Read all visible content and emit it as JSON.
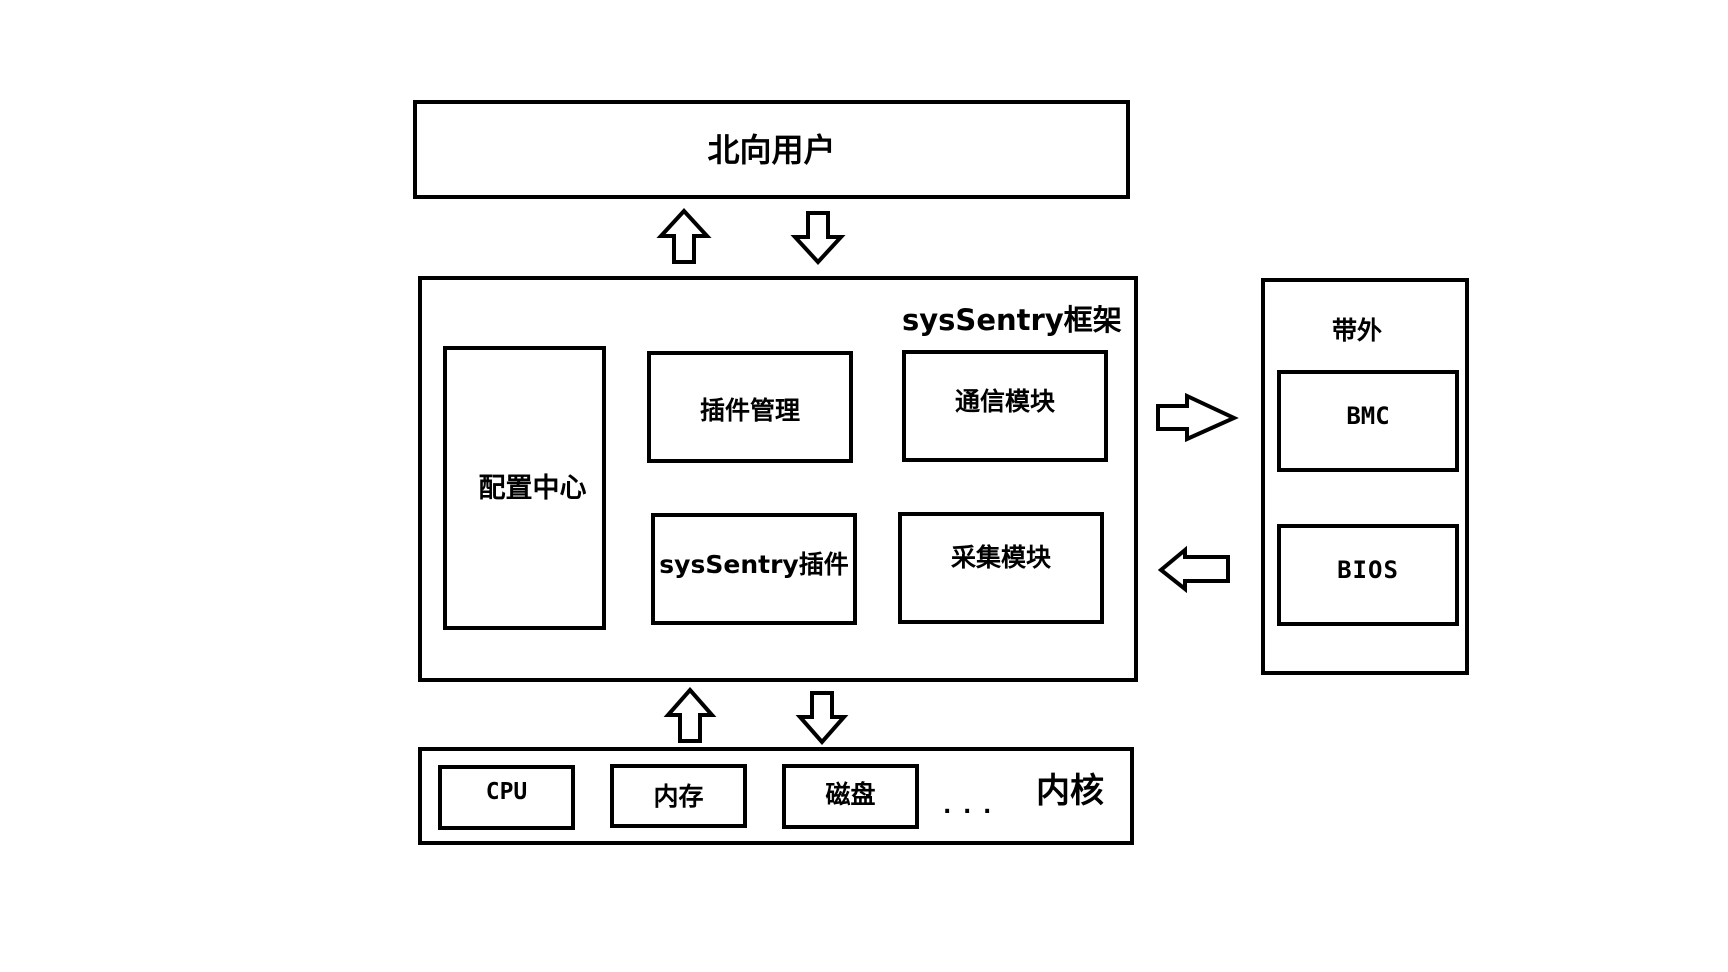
{
  "northbound": {
    "label": "北向用户"
  },
  "framework": {
    "title": "sysSentry框架",
    "config_center": "配置中心",
    "plugin_manager": "插件管理",
    "comm_module": "通信模块",
    "plugin": "sysSentry插件",
    "collect_module": "采集模块"
  },
  "out_of_band": {
    "title": "带外",
    "bmc": "BMC",
    "bios": "BIOS"
  },
  "kernel": {
    "title": "内核",
    "items": [
      "CPU",
      "内存",
      "磁盘"
    ],
    "more": ". . ."
  },
  "colors": {
    "stroke": "#000000",
    "background": "#ffffff"
  }
}
